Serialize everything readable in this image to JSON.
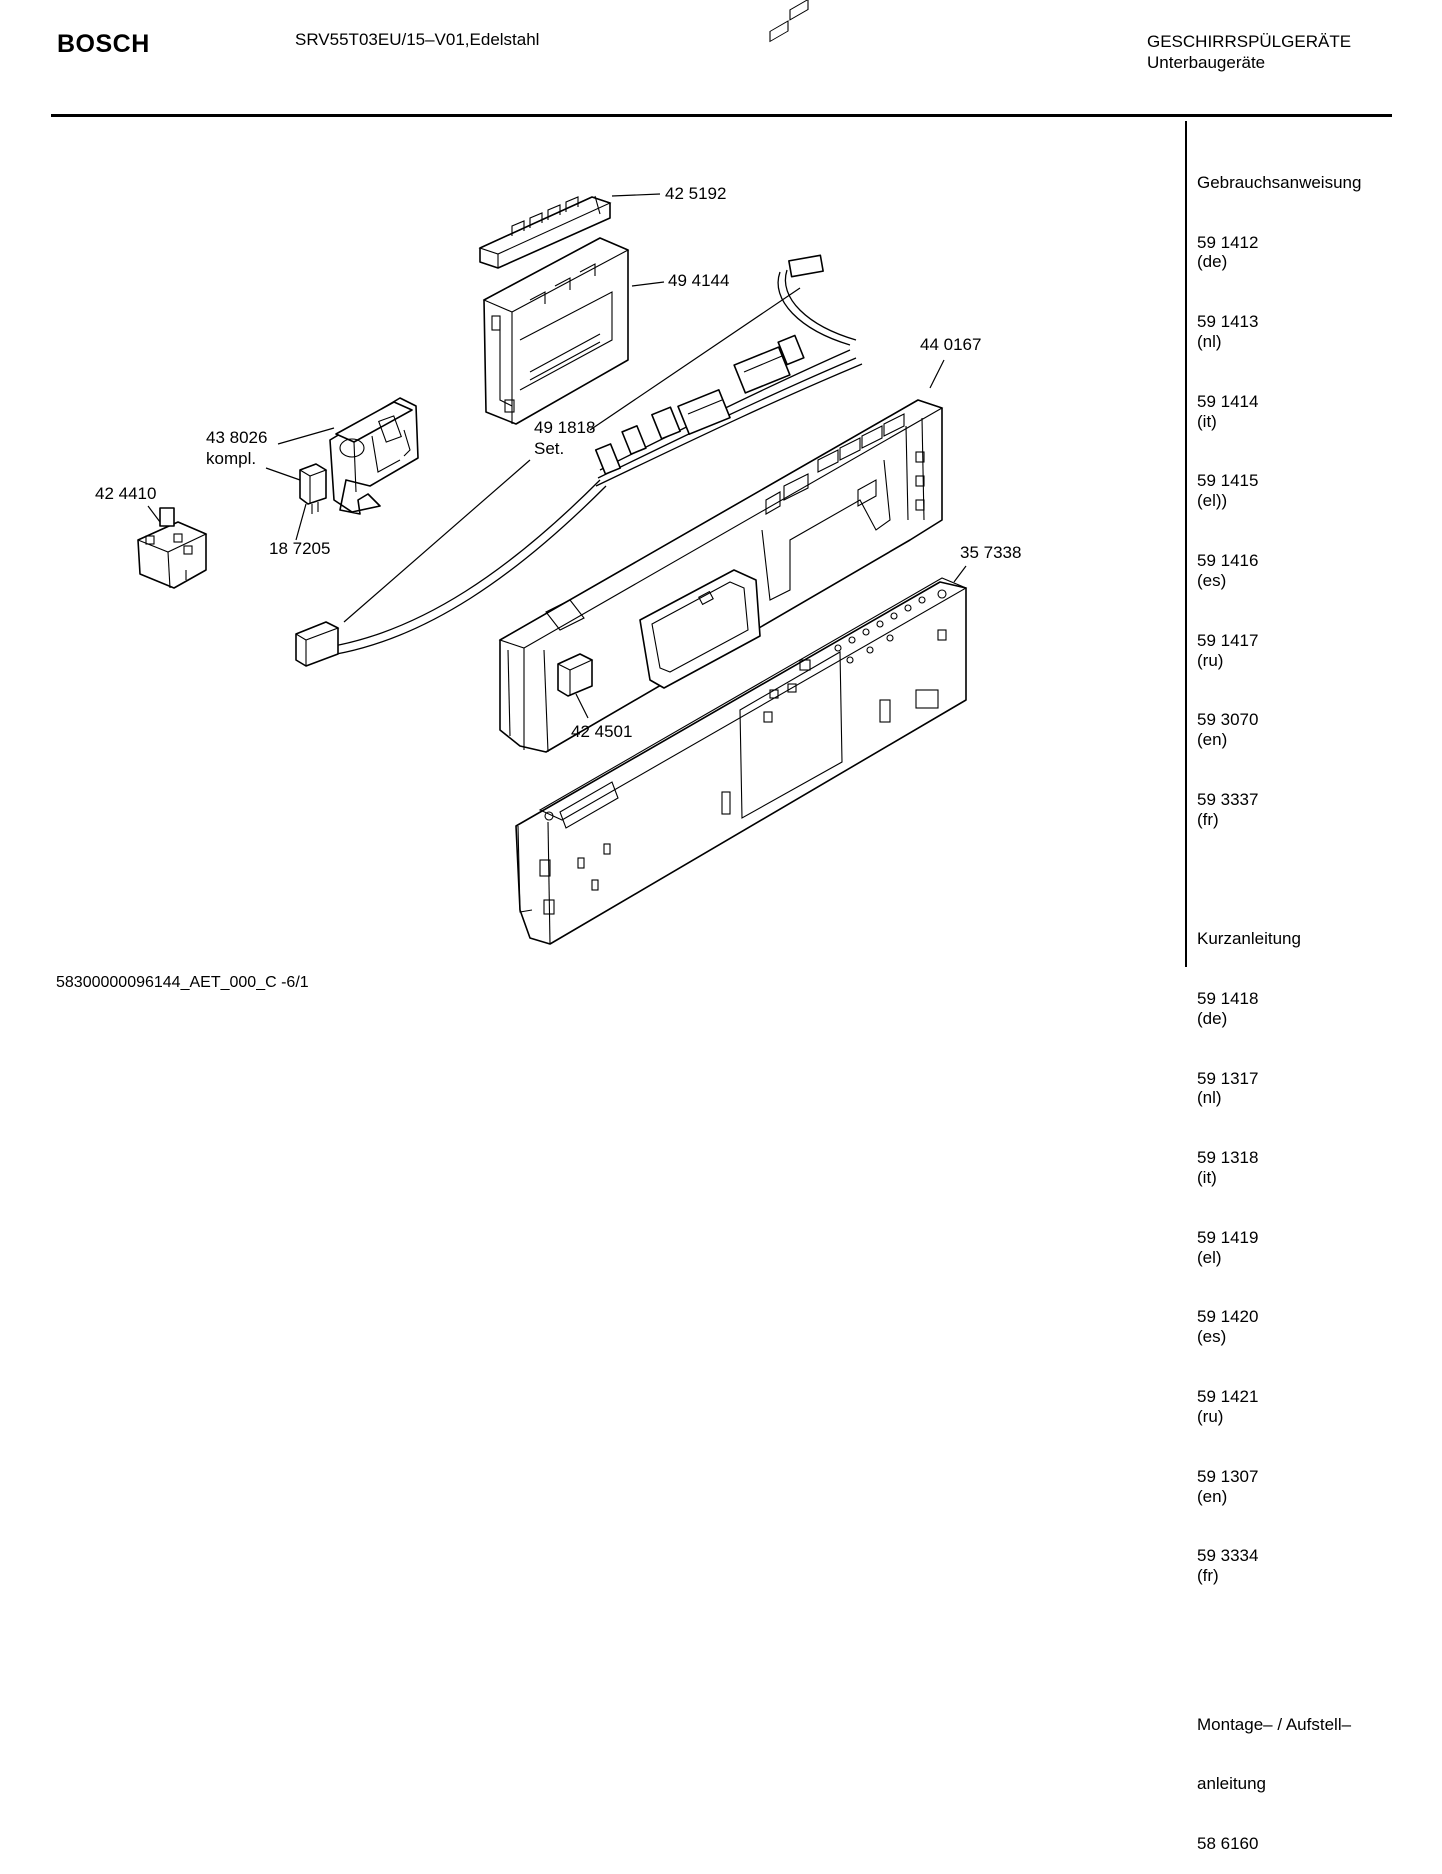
{
  "header": {
    "brand": "BOSCH",
    "model": "SRV55T03EU/15–V01,Edelstahl",
    "category_line1": "GESCHIRRSPÜLGERÄTE",
    "category_line2": "Unterbaugeräte"
  },
  "parts": {
    "p425192": "42 5192",
    "p494144": "49 4144",
    "p440167": "44 0167",
    "p491818_num": "49 1818",
    "p491818_sub": "Set.",
    "p438026_num": "43 8026",
    "p438026_sub": "kompl.",
    "p424410": "42 4410",
    "p187205": "18 7205",
    "p357338": "35 7338",
    "p424501": "42 4501"
  },
  "sidebar": {
    "manual_title": "Gebrauchsanweisung",
    "manual_entries": [
      {
        "number": "59 1412",
        "lang": "(de)"
      },
      {
        "number": "59 1413",
        "lang": "(nl)"
      },
      {
        "number": "59 1414",
        "lang": "(it)"
      },
      {
        "number": "59 1415",
        "lang": "(el))"
      },
      {
        "number": "59 1416",
        "lang": "(es)"
      },
      {
        "number": "59 1417",
        "lang": "(ru)"
      },
      {
        "number": "59 3070",
        "lang": "(en)"
      },
      {
        "number": "59 3337",
        "lang": "(fr)"
      }
    ],
    "short_title": "Kurzanleitung",
    "short_entries": [
      {
        "number": "59 1418",
        "lang": "(de)"
      },
      {
        "number": "59 1317",
        "lang": "(nl)"
      },
      {
        "number": "59 1318",
        "lang": "(it)"
      },
      {
        "number": "59 1419",
        "lang": "(el)"
      },
      {
        "number": "59 1420",
        "lang": "(es)"
      },
      {
        "number": "59 1421",
        "lang": "(ru)"
      },
      {
        "number": "59 1307",
        "lang": "(en)"
      },
      {
        "number": "59 3334",
        "lang": "(fr)"
      }
    ],
    "mount_title_line1": "Montage– / Aufstell–",
    "mount_title_line2": "anleitung",
    "mount_number": "58 6160"
  },
  "footer": {
    "doc_id": "58300000096144_AET_000_C -6/1"
  }
}
